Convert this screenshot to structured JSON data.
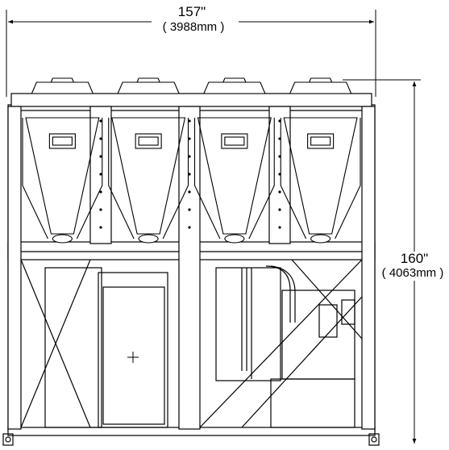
{
  "width_dimension": {
    "imperial": "157\"",
    "metric": "( 3988mm )"
  },
  "height_dimension": {
    "imperial": "160\"",
    "metric": "( 4063mm )"
  },
  "fan_count": 4,
  "colors": {
    "line": "#000000",
    "background": "#ffffff"
  }
}
